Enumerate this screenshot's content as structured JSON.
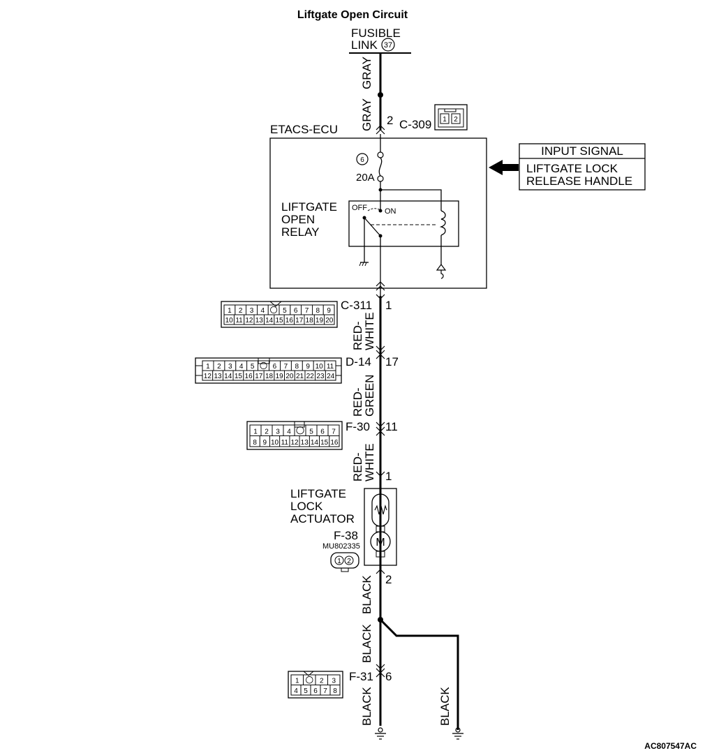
{
  "title": "Liftgate Open Circuit",
  "fusible_link": {
    "line1": "FUSIBLE",
    "line2": "LINK",
    "number": "37"
  },
  "wires": {
    "gray_top": "GRAY",
    "gray_bottom": "GRAY",
    "red_white_1": "RED-\nWHITE",
    "red_green": "RED-\nGREEN",
    "red_white_2": "RED-\nWHITE",
    "black_top": "BLACK",
    "black_mid": "BLACK",
    "black_bottom": "BLACK",
    "black_right": "BLACK"
  },
  "ecu": {
    "name": "ETACS-ECU",
    "fuse_number": "6",
    "fuse_rating": "20A",
    "relay_label": [
      "LIFTGATE",
      "OPEN",
      "RELAY"
    ],
    "switch_off": "OFF",
    "switch_on": "ON"
  },
  "input_signal": {
    "header": "INPUT SIGNAL",
    "line1": "LIFTGATE LOCK",
    "line2": "RELEASE HANDLE"
  },
  "connectors": {
    "c309": {
      "id": "C-309",
      "pin": "2",
      "pins": [
        "1",
        "2"
      ]
    },
    "c311": {
      "id": "C-311",
      "pin": "1",
      "row1": [
        "1",
        "2",
        "3",
        "4",
        "",
        "5",
        "6",
        "7",
        "8",
        "9"
      ],
      "row2": [
        "10",
        "11",
        "12",
        "13",
        "14",
        "15",
        "16",
        "17",
        "18",
        "19",
        "20"
      ]
    },
    "d14": {
      "id": "D-14",
      "pin": "17",
      "row1": [
        "1",
        "2",
        "3",
        "4",
        "5",
        "",
        "6",
        "7",
        "8",
        "9",
        "10",
        "11"
      ],
      "row2": [
        "12",
        "13",
        "14",
        "15",
        "16",
        "17",
        "18",
        "19",
        "20",
        "21",
        "22",
        "23",
        "24"
      ]
    },
    "f30": {
      "id": "F-30",
      "pin": "11",
      "row1": [
        "1",
        "2",
        "3",
        "4",
        "",
        "5",
        "6",
        "7"
      ],
      "row2": [
        "8",
        "9",
        "10",
        "11",
        "12",
        "13",
        "14",
        "15",
        "16"
      ]
    },
    "f38": {
      "id": "F-38",
      "part": "MU802335",
      "pin_top": "1",
      "pin_bottom": "2",
      "pins": [
        "1",
        "2"
      ]
    },
    "f31": {
      "id": "F-31",
      "pin": "6",
      "row1": [
        "1",
        "",
        "2",
        "3"
      ],
      "row2": [
        "4",
        "5",
        "6",
        "7",
        "8"
      ]
    }
  },
  "actuator": {
    "label": [
      "LIFTGATE",
      "LOCK",
      "ACTUATOR"
    ],
    "motor": "M"
  },
  "footer_code": "AC807547AC"
}
